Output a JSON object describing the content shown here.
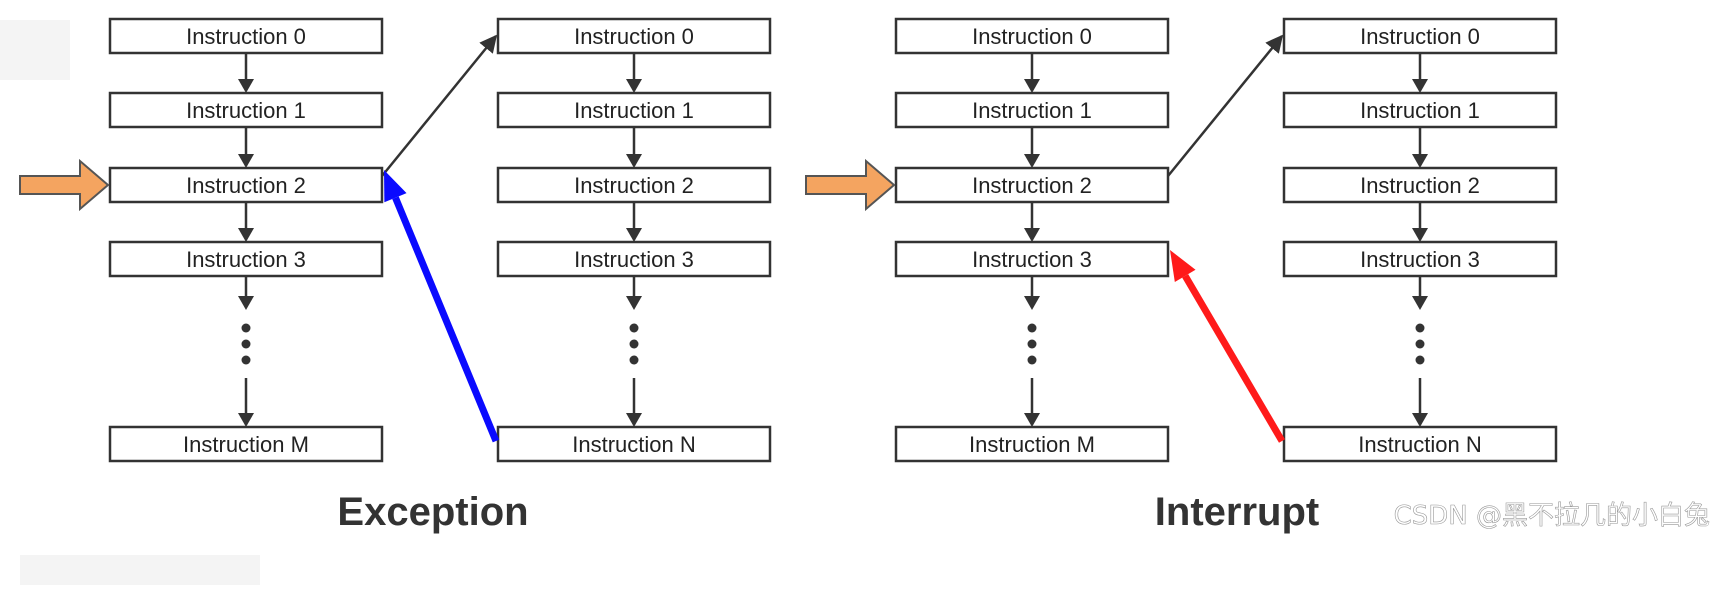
{
  "panels": [
    {
      "id": "exception",
      "caption": "Exception",
      "return_color": "#0a0aff",
      "left_column": [
        "Instruction 0",
        "Instruction 1",
        "Instruction 2",
        "Instruction 3",
        "Instruction M"
      ],
      "right_column": [
        "Instruction 0",
        "Instruction 1",
        "Instruction 2",
        "Instruction 3",
        "Instruction N"
      ]
    },
    {
      "id": "interrupt",
      "caption": "Interrupt",
      "return_color": "#ff1a1a",
      "left_column": [
        "Instruction 0",
        "Instruction 1",
        "Instruction 2",
        "Instruction 3",
        "Instruction M"
      ],
      "right_column": [
        "Instruction 0",
        "Instruction 1",
        "Instruction 2",
        "Instruction 3",
        "Instruction N"
      ]
    }
  ],
  "pointer_color": "#f4a460",
  "watermark": "CSDN @黑不拉几的小白兔"
}
